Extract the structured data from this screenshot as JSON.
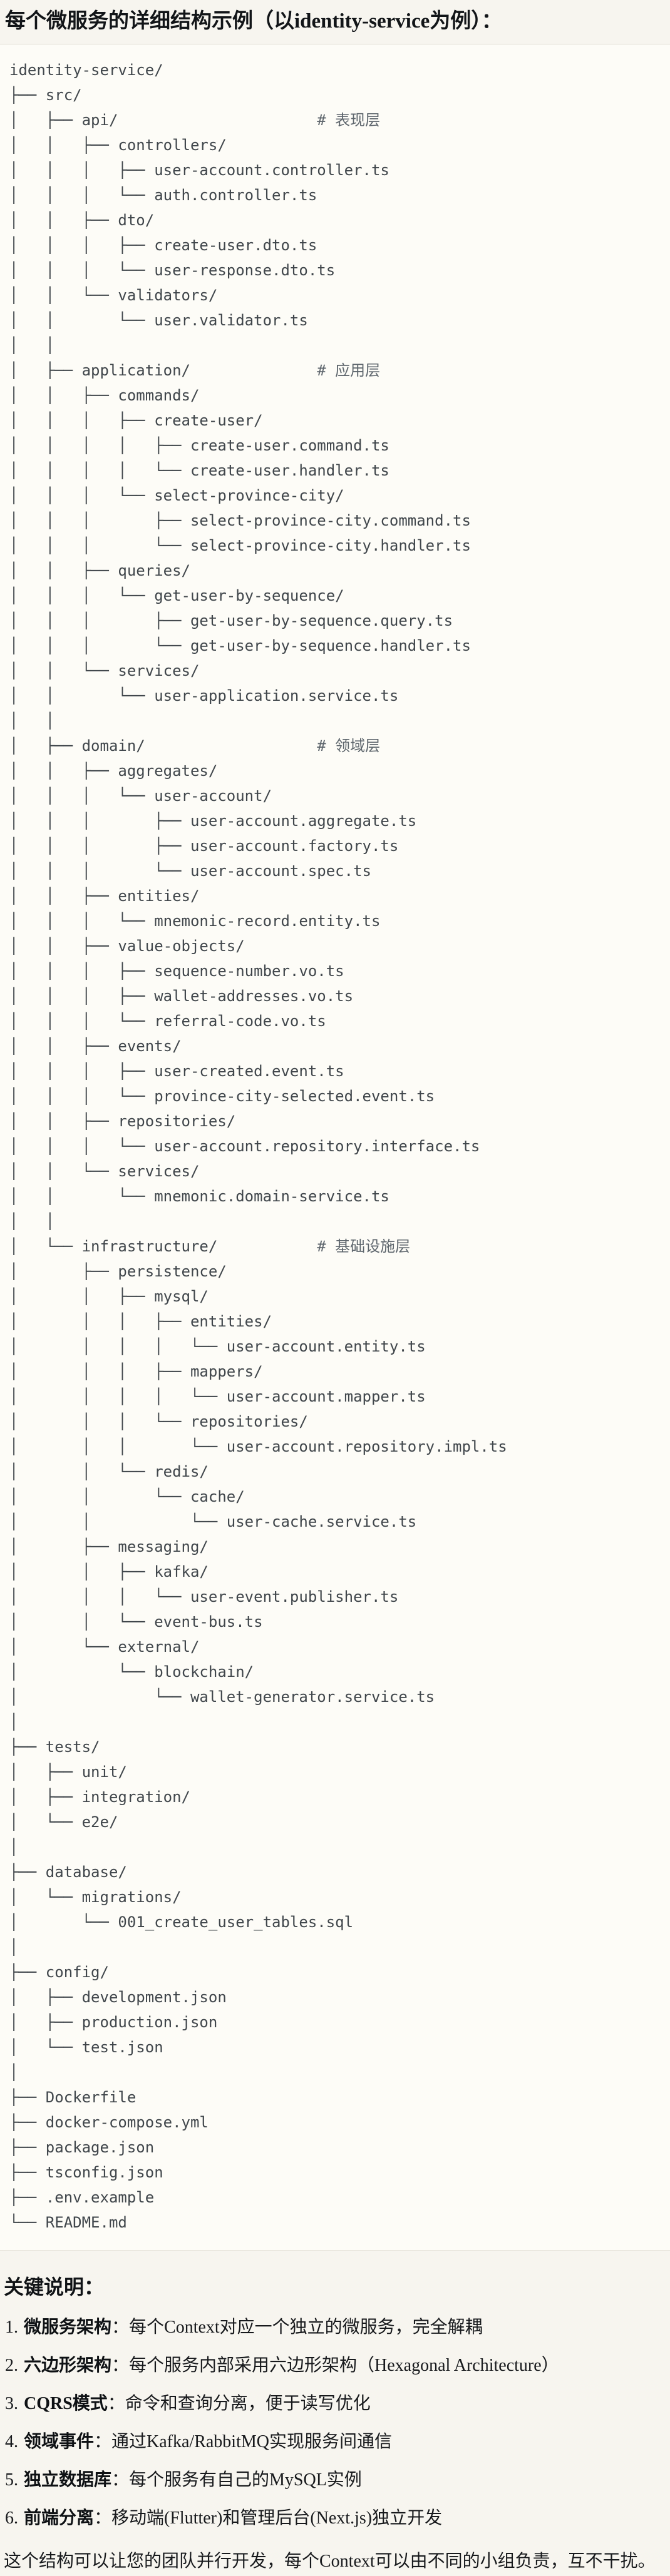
{
  "colors": {
    "page_bg": "#f7f5ef",
    "code_bg": "#fdfcf7",
    "code_border": "#ddd9d0",
    "tree_text": "#40464b",
    "comment_text": "#5d656c",
    "body_text": "#15181b"
  },
  "page": {
    "title": "每个微服务的详细结构示例（以identity-service为例）：",
    "notes_heading": "关键说明：",
    "footer": "这个结构可以让您的团队并行开发，每个Context可以由不同的小组负责，互不干扰。"
  },
  "notes": [
    {
      "num": "1.",
      "label": "微服务架构",
      "text": "：每个Context对应一个独立的微服务，完全解耦"
    },
    {
      "num": "2.",
      "label": "六边形架构",
      "text": "：每个服务内部采用六边形架构（Hexagonal Architecture）"
    },
    {
      "num": "3.",
      "label": "CQRS模式",
      "text": "：命令和查询分离，便于读写优化"
    },
    {
      "num": "4.",
      "label": "领域事件",
      "text": "：通过Kafka/RabbitMQ实现服务间通信"
    },
    {
      "num": "5.",
      "label": "独立数据库",
      "text": "：每个服务有自己的MySQL实例"
    },
    {
      "num": "6.",
      "label": "前端分离",
      "text": "：移动端(Flutter)和管理后台(Next.js)独立开发"
    }
  ],
  "tree": {
    "lines": [
      {
        "t": "identity-service/"
      },
      {
        "t": "├── src/"
      },
      {
        "t": "│   ├── api/                      ",
        "c": "# 表现层"
      },
      {
        "t": "│   │   ├── controllers/"
      },
      {
        "t": "│   │   │   ├── user-account.controller.ts"
      },
      {
        "t": "│   │   │   └── auth.controller.ts"
      },
      {
        "t": "│   │   ├── dto/"
      },
      {
        "t": "│   │   │   ├── create-user.dto.ts"
      },
      {
        "t": "│   │   │   └── user-response.dto.ts"
      },
      {
        "t": "│   │   └── validators/"
      },
      {
        "t": "│   │       └── user.validator.ts"
      },
      {
        "t": "│   │"
      },
      {
        "t": "│   ├── application/              ",
        "c": "# 应用层"
      },
      {
        "t": "│   │   ├── commands/"
      },
      {
        "t": "│   │   │   ├── create-user/"
      },
      {
        "t": "│   │   │   │   ├── create-user.command.ts"
      },
      {
        "t": "│   │   │   │   └── create-user.handler.ts"
      },
      {
        "t": "│   │   │   └── select-province-city/"
      },
      {
        "t": "│   │   │       ├── select-province-city.command.ts"
      },
      {
        "t": "│   │   │       └── select-province-city.handler.ts"
      },
      {
        "t": "│   │   ├── queries/"
      },
      {
        "t": "│   │   │   └── get-user-by-sequence/"
      },
      {
        "t": "│   │   │       ├── get-user-by-sequence.query.ts"
      },
      {
        "t": "│   │   │       └── get-user-by-sequence.handler.ts"
      },
      {
        "t": "│   │   └── services/"
      },
      {
        "t": "│   │       └── user-application.service.ts"
      },
      {
        "t": "│   │"
      },
      {
        "t": "│   ├── domain/                   ",
        "c": "# 领域层"
      },
      {
        "t": "│   │   ├── aggregates/"
      },
      {
        "t": "│   │   │   └── user-account/"
      },
      {
        "t": "│   │   │       ├── user-account.aggregate.ts"
      },
      {
        "t": "│   │   │       ├── user-account.factory.ts"
      },
      {
        "t": "│   │   │       └── user-account.spec.ts"
      },
      {
        "t": "│   │   ├── entities/"
      },
      {
        "t": "│   │   │   └── mnemonic-record.entity.ts"
      },
      {
        "t": "│   │   ├── value-objects/"
      },
      {
        "t": "│   │   │   ├── sequence-number.vo.ts"
      },
      {
        "t": "│   │   │   ├── wallet-addresses.vo.ts"
      },
      {
        "t": "│   │   │   └── referral-code.vo.ts"
      },
      {
        "t": "│   │   ├── events/"
      },
      {
        "t": "│   │   │   ├── user-created.event.ts"
      },
      {
        "t": "│   │   │   └── province-city-selected.event.ts"
      },
      {
        "t": "│   │   ├── repositories/"
      },
      {
        "t": "│   │   │   └── user-account.repository.interface.ts"
      },
      {
        "t": "│   │   └── services/"
      },
      {
        "t": "│   │       └── mnemonic.domain-service.ts"
      },
      {
        "t": "│   │"
      },
      {
        "t": "│   └── infrastructure/           ",
        "c": "# 基础设施层"
      },
      {
        "t": "│       ├── persistence/"
      },
      {
        "t": "│       │   ├── mysql/"
      },
      {
        "t": "│       │   │   ├── entities/"
      },
      {
        "t": "│       │   │   │   └── user-account.entity.ts"
      },
      {
        "t": "│       │   │   ├── mappers/"
      },
      {
        "t": "│       │   │   │   └── user-account.mapper.ts"
      },
      {
        "t": "│       │   │   └── repositories/"
      },
      {
        "t": "│       │   │       └── user-account.repository.impl.ts"
      },
      {
        "t": "│       │   └── redis/"
      },
      {
        "t": "│       │       └── cache/"
      },
      {
        "t": "│       │           └── user-cache.service.ts"
      },
      {
        "t": "│       ├── messaging/"
      },
      {
        "t": "│       │   ├── kafka/"
      },
      {
        "t": "│       │   │   └── user-event.publisher.ts"
      },
      {
        "t": "│       │   └── event-bus.ts"
      },
      {
        "t": "│       └── external/"
      },
      {
        "t": "│           └── blockchain/"
      },
      {
        "t": "│               └── wallet-generator.service.ts"
      },
      {
        "t": "│"
      },
      {
        "t": "├── tests/"
      },
      {
        "t": "│   ├── unit/"
      },
      {
        "t": "│   ├── integration/"
      },
      {
        "t": "│   └── e2e/"
      },
      {
        "t": "│"
      },
      {
        "t": "├── database/"
      },
      {
        "t": "│   └── migrations/"
      },
      {
        "t": "│       └── 001_create_user_tables.sql"
      },
      {
        "t": "│"
      },
      {
        "t": "├── config/"
      },
      {
        "t": "│   ├── development.json"
      },
      {
        "t": "│   ├── production.json"
      },
      {
        "t": "│   └── test.json"
      },
      {
        "t": "│"
      },
      {
        "t": "├── Dockerfile"
      },
      {
        "t": "├── docker-compose.yml"
      },
      {
        "t": "├── package.json"
      },
      {
        "t": "├── tsconfig.json"
      },
      {
        "t": "├── .env.example"
      },
      {
        "t": "└── README.md"
      }
    ]
  }
}
